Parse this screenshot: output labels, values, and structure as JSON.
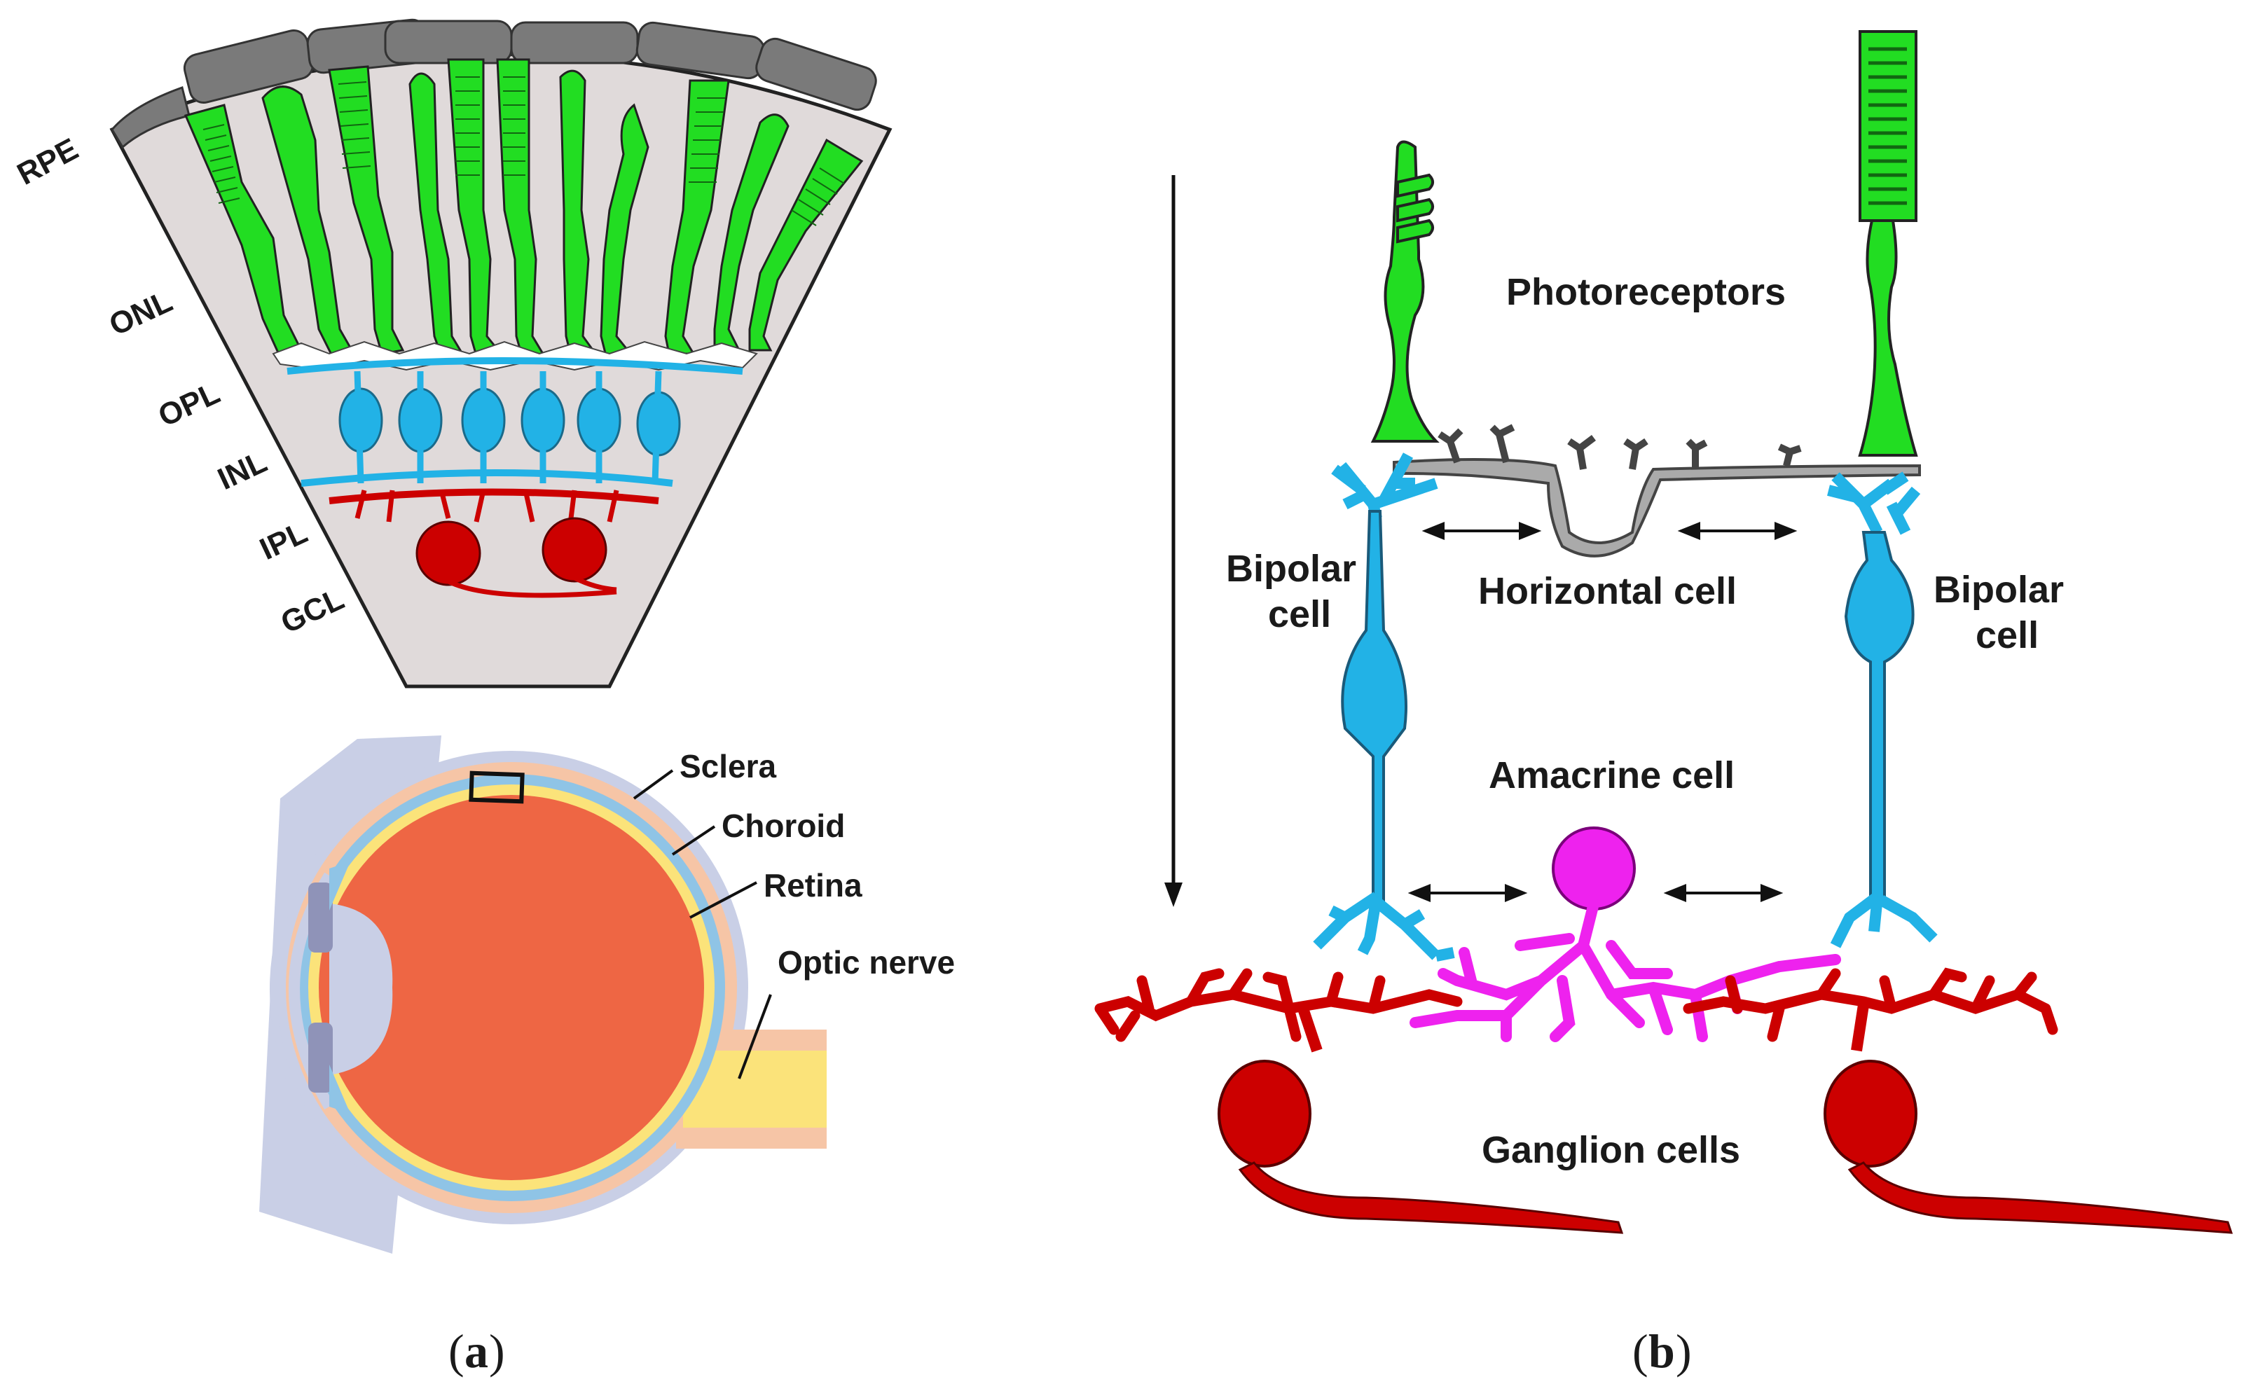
{
  "panel_a": {
    "caption_letter": "a",
    "retina_layers": [
      "RPE",
      "ONL",
      "OPL",
      "INL",
      "IPL",
      "GCL"
    ],
    "eye_labels": {
      "sclera": "Sclera",
      "choroid": "Choroid",
      "retina": "Retina",
      "optic_nerve": "Optic nerve"
    }
  },
  "panel_b": {
    "caption_letter": "b",
    "labels": {
      "photoreceptors": "Photoreceptors",
      "horizontal_cell": "Horizontal cell",
      "bipolar_left_1": "Bipolar",
      "bipolar_left_2": "cell",
      "bipolar_right_1": "Bipolar",
      "bipolar_right_2": "cell",
      "amacrine_cell": "Amacrine cell",
      "ganglion_cells": "Ganglion cells"
    }
  },
  "colors": {
    "photoreceptor": "#22dd22",
    "bipolar": "#22b2e6",
    "horizontal": "#aaaaaa",
    "amacrine": "#ee22ee",
    "ganglion": "#cc0000",
    "retina_bg": "#e0dada",
    "rpe": "#777777",
    "eye_interior": "#ee6644",
    "sclera": "#f6c5a6",
    "choroid": "#8fc4e6",
    "retina_layer": "#fbe37a"
  }
}
